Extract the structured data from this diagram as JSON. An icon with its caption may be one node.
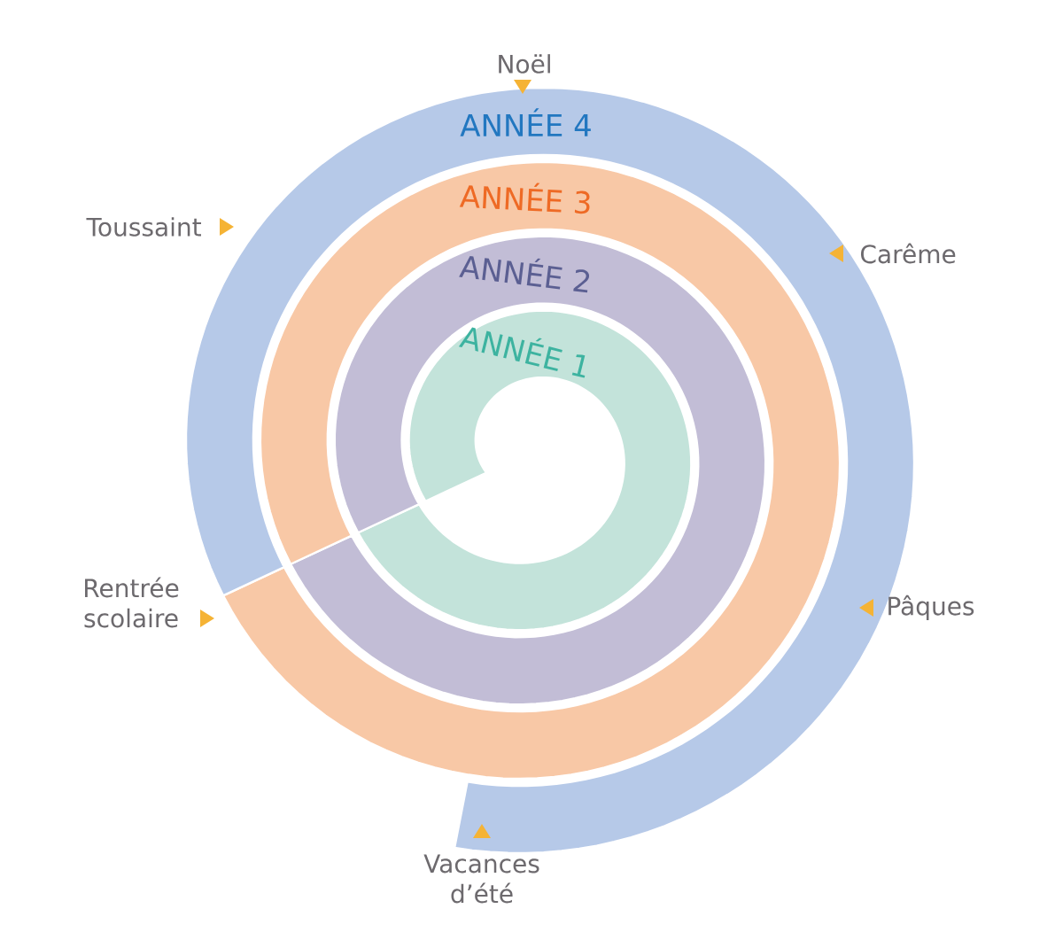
{
  "diagram": {
    "nodes": [
      {
        "text": [
          "ANNÉE 1"
        ]
      },
      {
        "text": [
          "ANNÉE 2"
        ]
      },
      {
        "text": [
          "ANNÉE 3"
        ]
      },
      {
        "text": [
          "ANNÉE 4"
        ]
      }
    ],
    "labels": [
      "Noël",
      "Toussaint",
      "Carême",
      "Rentrée scolaire",
      "Pâques",
      "Vacances d’été"
    ]
  }
}
